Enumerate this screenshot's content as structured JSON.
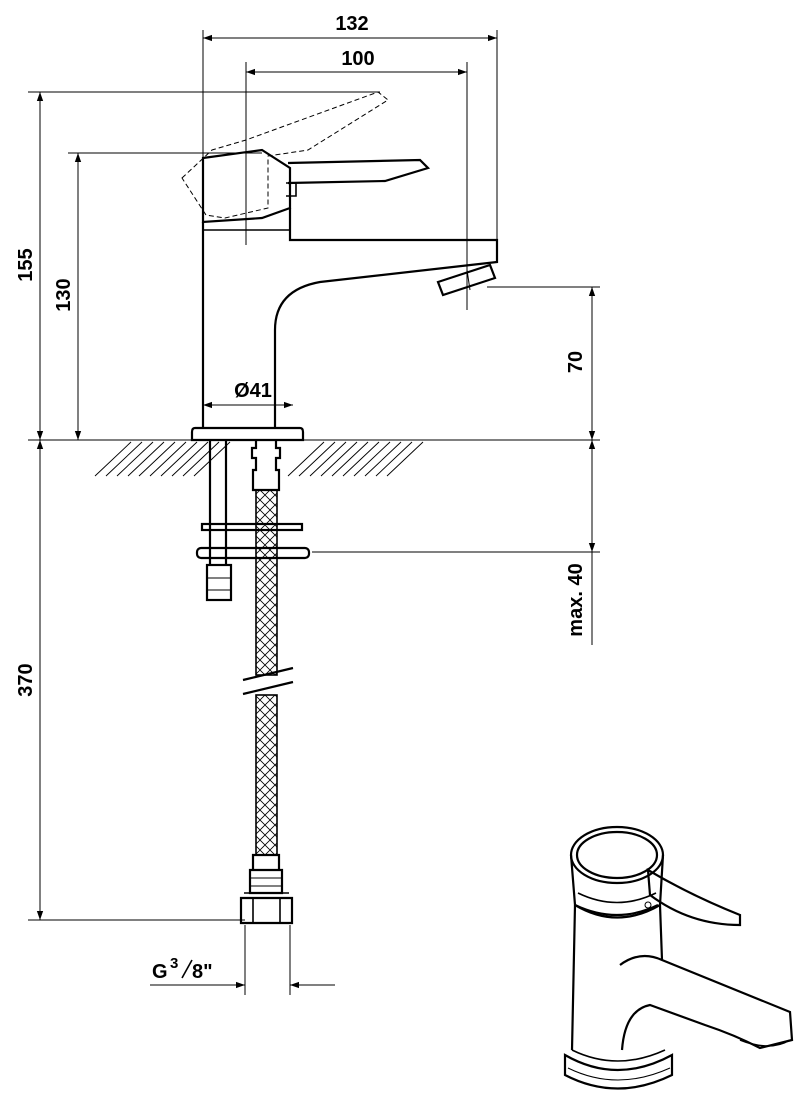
{
  "dimensions": {
    "total_width": "132",
    "spout_reach": "100",
    "total_height": "155",
    "body_height": "130",
    "spout_height": "70",
    "diameter": "Ø41",
    "mount_thickness": "max. 40",
    "hose_length": "370",
    "connection_thread_prefix": "G",
    "connection_thread_numerator": "3",
    "connection_thread_denominator": "8\""
  },
  "colors": {
    "line": "#000000",
    "background": "#ffffff"
  }
}
